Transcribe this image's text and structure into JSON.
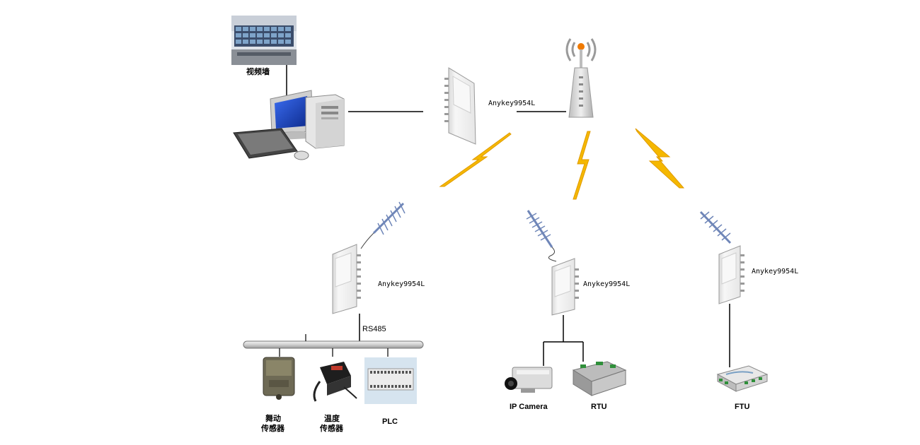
{
  "video_wall": {
    "label": "视频墙"
  },
  "router_top": {
    "label": "Anykey9954L"
  },
  "router_left": {
    "label": "Anykey9954L"
  },
  "router_middle": {
    "label": "Anykey9954L"
  },
  "router_right": {
    "label": "Anykey9954L"
  },
  "bus": {
    "label": "RS485"
  },
  "devices": {
    "vibration_sensor": {
      "line1": "舞动",
      "line2": "传感器"
    },
    "temperature_sensor": {
      "line1": "温度",
      "line2": "传感器"
    },
    "plc": {
      "label": "PLC"
    },
    "ip_camera": {
      "label": "IP Camera"
    },
    "rtu": {
      "label": "RTU"
    },
    "ftu": {
      "label": "FTU"
    }
  },
  "colors": {
    "lightning": "#f5b800",
    "lightning_edge": "#e09a00",
    "line": "#000000",
    "router_body": "#f2f2f2",
    "tower": "#d8d8d8",
    "tower_tip": "#f07a00",
    "screen": "#1a3fb8"
  }
}
